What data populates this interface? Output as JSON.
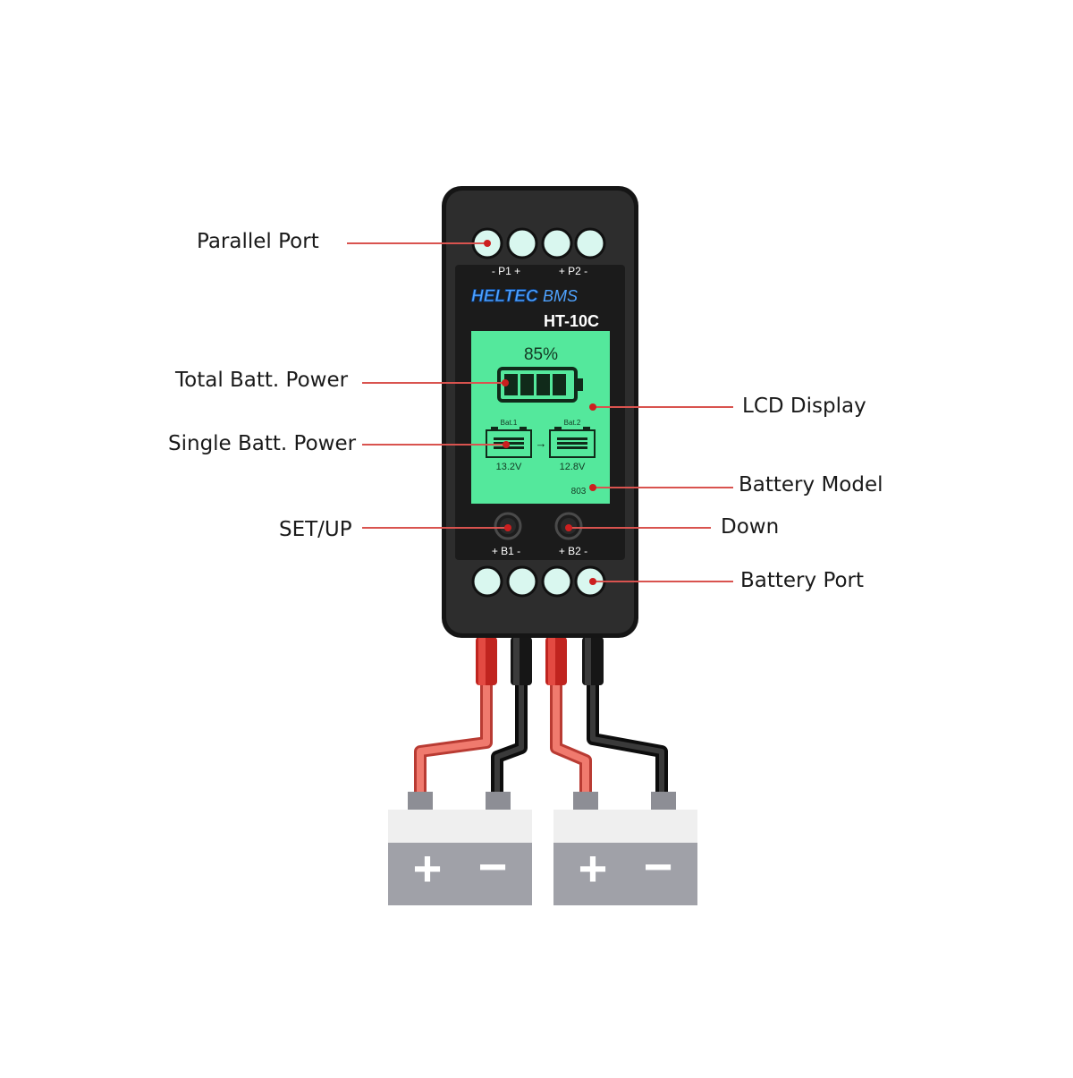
{
  "callouts": {
    "parallel_port": "Parallel Port",
    "total_batt_power": "Total Batt. Power",
    "single_batt_power": "Single Batt. Power",
    "set_up": "SET/UP",
    "lcd_display": "LCD Display",
    "battery_model": "Battery Model",
    "down": "Down",
    "battery_port": "Battery Port"
  },
  "device": {
    "brand": "HELTEC",
    "brand_suffix": "BMS",
    "model": "HT-10C",
    "parallel_labels": {
      "p1": "- P1 +",
      "p2": "+ P2 -"
    },
    "battery_labels": {
      "b1": "+ B1 -",
      "b2": "+ B2 -"
    }
  },
  "lcd": {
    "percent": "85%",
    "bat1_label": "Bat.1",
    "bat2_label": "Bat.2",
    "bat1_voltage": "13.2V",
    "bat2_voltage": "12.8V",
    "arrow": "→",
    "battery_model_code": "803"
  },
  "batteries": [
    {
      "plus": "+",
      "minus": "−"
    },
    {
      "plus": "+",
      "minus": "−"
    }
  ],
  "colors": {
    "body": "#2d2d2d",
    "body_edge": "#151515",
    "lcd": "#54e89c",
    "terminal": "#d9f7ef",
    "callout_line": "#d9534f",
    "callout_dot": "#cc1f1f",
    "red_wire": "#e8554a",
    "black_wire": "#1e1e1e",
    "battery_top": "#efefef",
    "battery_body": "#a0a1a8"
  }
}
